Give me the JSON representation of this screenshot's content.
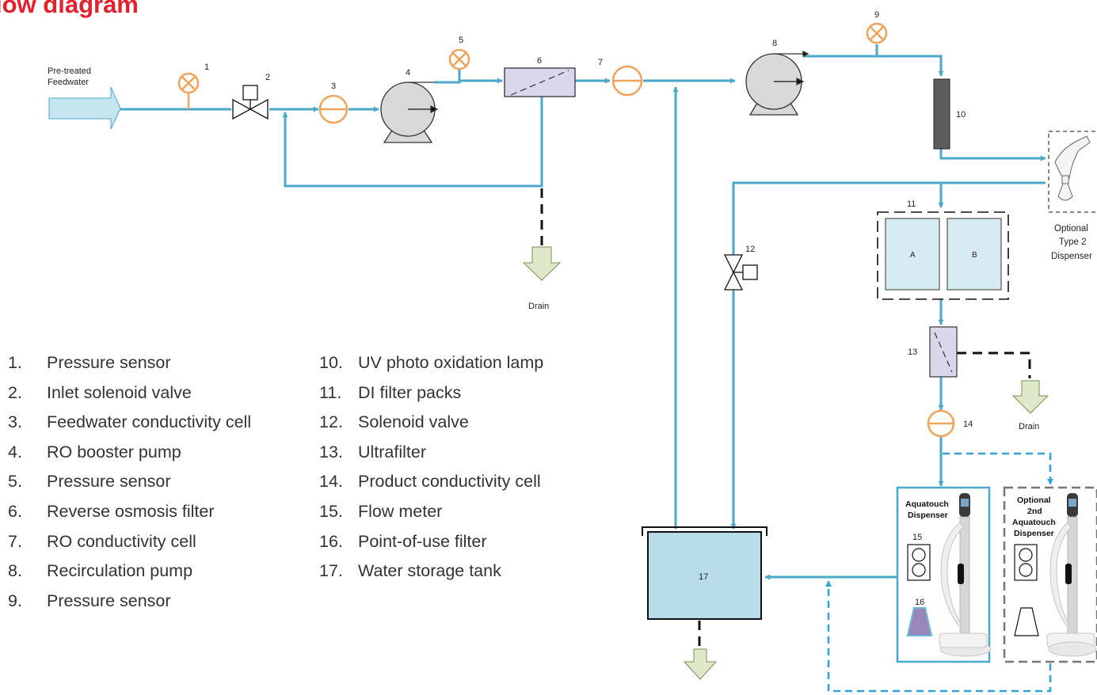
{
  "title": "low diagram",
  "labels": {
    "feedwater_line1": "Pre-treated",
    "feedwater_line2": "Feedwater",
    "drain_1": "Drain",
    "drain_2": "Drain",
    "di_pack_a": "A",
    "di_pack_b": "B",
    "optional_type2_line1": "Optional",
    "optional_type2_line2": "Type 2",
    "optional_type2_line3": "Dispenser",
    "aquatouch_line1": "Aquatouch",
    "aquatouch_line2": "Dispenser",
    "optional2_line1": "Optional",
    "optional2_line2": "2nd",
    "optional2_line3": "Aquatouch",
    "optional2_line4": "Dispenser"
  },
  "component_numbers": [
    "1",
    "2",
    "3",
    "4",
    "5",
    "6",
    "7",
    "8",
    "9",
    "10",
    "11",
    "12",
    "13",
    "14",
    "15",
    "16",
    "17"
  ],
  "legend_left": [
    {
      "num": "1.",
      "text": "Pressure sensor"
    },
    {
      "num": "2.",
      "text": "Inlet solenoid valve"
    },
    {
      "num": "3.",
      "text": "Feedwater conductivity cell"
    },
    {
      "num": "4.",
      "text": "RO booster pump"
    },
    {
      "num": "5.",
      "text": "Pressure sensor"
    },
    {
      "num": "6.",
      "text": "Reverse osmosis filter"
    },
    {
      "num": "7.",
      "text": "RO conductivity cell"
    },
    {
      "num": "8.",
      "text": "Recirculation pump"
    },
    {
      "num": "9.",
      "text": "Pressure sensor"
    }
  ],
  "legend_right": [
    {
      "num": "10.",
      "text": "UV photo oxidation lamp"
    },
    {
      "num": "11.",
      "text": "DI filter packs"
    },
    {
      "num": "12.",
      "text": "Solenoid valve"
    },
    {
      "num": "13.",
      "text": "Ultrafilter"
    },
    {
      "num": "14.",
      "text": "Product conductivity cell"
    },
    {
      "num": "15.",
      "text": "Flow meter"
    },
    {
      "num": "16.",
      "text": "Point-of-use filter"
    },
    {
      "num": "17.",
      "text": "Water storage tank"
    }
  ],
  "colors": {
    "pipe": "#4aa8c8",
    "sensor": "#f0a35c",
    "title": "#e3202b",
    "pump": "#d9d9d9",
    "tank_water": "#b9dde8",
    "di_pack": "#d7ebf2",
    "ro_filter": "#dcd6ec",
    "uv_lamp": "#5c5c5c",
    "drain_arrow": "#dfe8c8",
    "feed_arrow": "#c5e6ef",
    "pou_filter": "#9a86b8",
    "dashed_control": "#333333",
    "dashed_flow": "#2ea3d8"
  }
}
